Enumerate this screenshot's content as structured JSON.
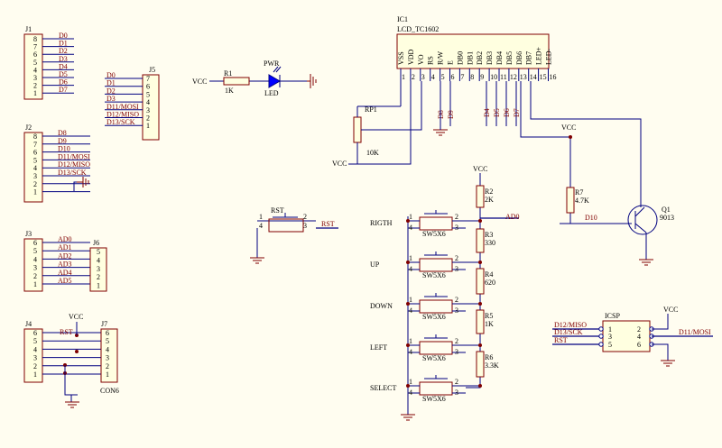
{
  "j1": {
    "ref": "J1",
    "pins": [
      "8",
      "7",
      "6",
      "5",
      "4",
      "3",
      "2",
      "1"
    ],
    "nets": [
      "D0",
      "D1",
      "D2",
      "D3",
      "D4",
      "D5",
      "D6",
      "D7"
    ]
  },
  "j5": {
    "ref": "J5",
    "pins": [
      "7",
      "6",
      "5",
      "4",
      "3",
      "2",
      "1"
    ],
    "nets": [
      "D0",
      "D1",
      "D2",
      "D3",
      "D11/MOSI",
      "D12/MISO",
      "D13/SCK"
    ]
  },
  "j2": {
    "ref": "J2",
    "pins": [
      "8",
      "7",
      "6",
      "5",
      "4",
      "3",
      "2",
      "1"
    ],
    "nets": [
      "D8",
      "D9",
      "D10",
      "D11/MOSI",
      "D12/MISO",
      "D13/SCK"
    ]
  },
  "j3": {
    "ref": "J3",
    "pins": [
      "6",
      "5",
      "4",
      "3",
      "2",
      "1"
    ],
    "nets": [
      "AD0",
      "AD1",
      "AD2",
      "AD3",
      "AD4",
      "AD5"
    ]
  },
  "j6": {
    "ref": "J6",
    "pins": [
      "5",
      "4",
      "3",
      "2",
      "1"
    ]
  },
  "j4": {
    "ref": "J4",
    "pins": [
      "6",
      "5",
      "4",
      "3",
      "2",
      "1"
    ],
    "rst": "RST"
  },
  "j7": {
    "ref": "J7",
    "pins": [
      "6",
      "5",
      "4",
      "3",
      "2",
      "1"
    ],
    "value": "CON6",
    "vcc": "VCC"
  },
  "pwr": {
    "vcc": "VCC",
    "r_ref": "R1",
    "r_val": "1K",
    "led_name": "PWR",
    "led_ref": "LED"
  },
  "lcd": {
    "ref": "IC1",
    "name": "LCD_TC1602",
    "pin_names": [
      "VSS",
      "VDD",
      "VO",
      "RS",
      "R/W",
      "E",
      "DB0",
      "DB1",
      "DB2",
      "DB3",
      "DB4",
      "DB5",
      "DB6",
      "DB7",
      "LED+",
      "LED-"
    ],
    "pin_nums": [
      "1",
      "2",
      "3",
      "4",
      "5",
      "6",
      "7",
      "8",
      "9",
      "10",
      "11",
      "12",
      "13",
      "14",
      "15",
      "16"
    ],
    "nets": [
      "D8",
      "D9",
      "D4",
      "D5",
      "D6",
      "D7"
    ]
  },
  "rp1": {
    "ref": "RP1",
    "value": "10K",
    "vcc": "VCC"
  },
  "transistor": {
    "vcc": "VCC",
    "r_ref": "R7",
    "r_val": "4.7K",
    "net": "D10",
    "q_ref": "Q1",
    "q_val": "9013"
  },
  "rst_sw": {
    "ref": "RST",
    "net": "RST",
    "pins": [
      "1",
      "2",
      "3",
      "4"
    ]
  },
  "buttons": {
    "vcc": "VCC",
    "out": "AD0",
    "sw_val": "SW5X6",
    "labels": [
      "RIGTH",
      "UP",
      "DOWN",
      "LEFT",
      "SELECT"
    ],
    "resistors": [
      {
        "ref": "R2",
        "val": "2K"
      },
      {
        "ref": "R3",
        "val": "330"
      },
      {
        "ref": "R4",
        "val": "620"
      },
      {
        "ref": "R5",
        "val": "1K"
      },
      {
        "ref": "R6",
        "val": "3.3K"
      }
    ],
    "pins": [
      "1",
      "2",
      "3",
      "4"
    ]
  },
  "icsp": {
    "ref": "ICSP",
    "left_nets": [
      "D12/MISO",
      "D13/SCK",
      "RST"
    ],
    "left_pins": [
      "1",
      "3",
      "5"
    ],
    "right_pins": [
      "2",
      "4",
      "6"
    ],
    "right_net": "D11/MOSI",
    "vcc": "VCC"
  }
}
